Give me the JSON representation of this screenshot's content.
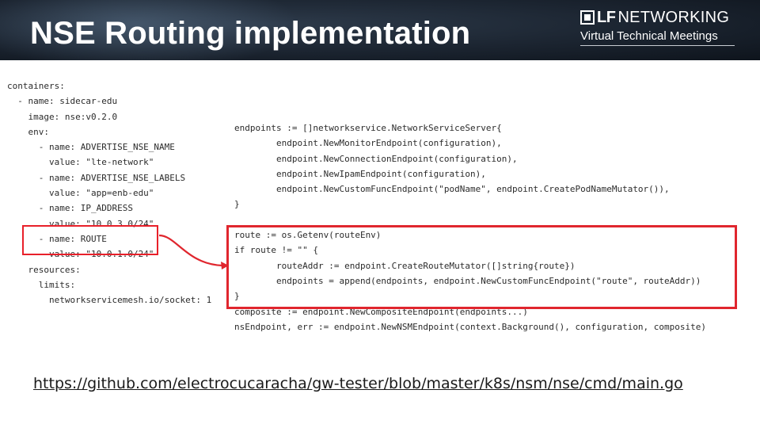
{
  "header": {
    "title": "NSE Routing implementation",
    "brand_lf": "LF",
    "brand_net": "NETWORKING",
    "brand_sub": "Virtual Technical Meetings"
  },
  "yaml_lines": [
    "containers:",
    "  - name: sidecar-edu",
    "    image: nse:v0.2.0",
    "    env:",
    "      - name: ADVERTISE_NSE_NAME",
    "        value: \"lte-network\"",
    "      - name: ADVERTISE_NSE_LABELS",
    "        value: \"app=enb-edu\"",
    "      - name: IP_ADDRESS",
    "        value: \"10.0.3.0/24\"",
    "      - name: ROUTE",
    "        value: \"10.0.1.0/24\"",
    "    resources:",
    "      limits:",
    "        networkservicemesh.io/socket: 1"
  ],
  "go_lines": [
    "endpoints := []networkservice.NetworkServiceServer{",
    "        endpoint.NewMonitorEndpoint(configuration),",
    "        endpoint.NewConnectionEndpoint(configuration),",
    "        endpoint.NewIpamEndpoint(configuration),",
    "        endpoint.NewCustomFuncEndpoint(\"podName\", endpoint.CreatePodNameMutator()),",
    "}",
    "",
    "route := os.Getenv(routeEnv)",
    "if route != \"\" {",
    "        routeAddr := endpoint.CreateRouteMutator([]string{route})",
    "        endpoints = append(endpoints, endpoint.NewCustomFuncEndpoint(\"route\", routeAddr))",
    "}",
    "composite := endpoint.NewCompositeEndpoint(endpoints...)",
    "nsEndpoint, err := endpoint.NewNSMEndpoint(context.Background(), configuration, composite)"
  ],
  "link": {
    "text": "https://github.com/electrocucaracha/gw-tester/blob/master/k8s/nsm/nse/cmd/main.go"
  },
  "colors": {
    "highlight": "#e0262e",
    "header_bg": "#1b2430"
  }
}
